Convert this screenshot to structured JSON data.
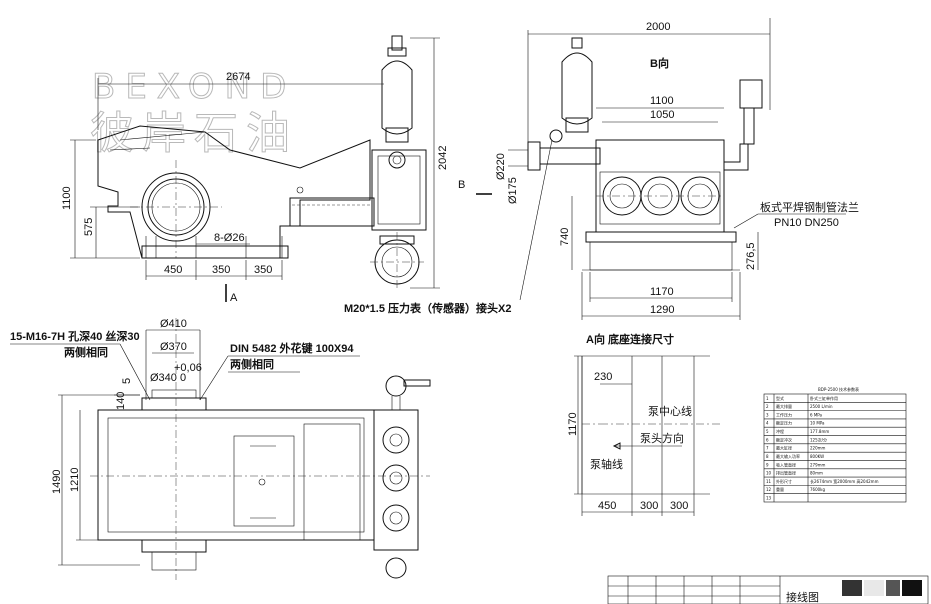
{
  "watermark": {
    "latin": "BEXOND",
    "chinese": "彼岸石油"
  },
  "side_view": {
    "dims": {
      "top_length": "2674",
      "height_total": "2042",
      "height_left": "1100",
      "height_low": "575",
      "bolt_holes": "8-Ø26",
      "spacing_1": "450",
      "spacing_2": "350",
      "spacing_3": "350"
    },
    "view_marker_a": "A",
    "view_marker_b": "B"
  },
  "front_view": {
    "title": "B向",
    "dims": {
      "overall_width": "2000",
      "width_1100": "1100",
      "width_1050": "1050",
      "dia_220": "Ø220",
      "dia_175": "Ø175",
      "height_740": "740",
      "height_2765": "276,5",
      "base_1170": "1170",
      "base_1290": "1290"
    },
    "flange_note": "板式平焊钢制管法兰",
    "flange_spec": "PN10  DN250",
    "gauge_note": "M20*1.5 压力表（传感器）接头X2"
  },
  "plan_view": {
    "thread_note": "15-M16-7H 孔深40 丝深30",
    "thread_note_2": "两侧相同",
    "dia_410": "Ø410",
    "dia_370": "Ø370",
    "dia_340": "Ø340  0",
    "tol": "+0,06",
    "spline_note": "DIN 5482 外花键 100X94",
    "spline_note_2": "两侧相同",
    "dims": {
      "d140": "140",
      "d5": "5",
      "h1490": "1490",
      "h1210": "1210"
    }
  },
  "base_view": {
    "title": "A向 底座连接尺寸",
    "dims": {
      "h1170": "1170",
      "d230": "230",
      "d450": "450",
      "d300a": "300",
      "d300b": "300"
    },
    "label_center": "泵中心线",
    "label_direction": "泵头方向",
    "label_axis": "泵轴线"
  },
  "spec_table": {
    "title": "BDP-2500 技术参数表",
    "row_numbers": [
      "1",
      "2",
      "3",
      "4",
      "5",
      "6",
      "7",
      "8",
      "9",
      "10",
      "11",
      "12",
      "13"
    ],
    "rows": [
      [
        "型式",
        "卧式三缸单作用"
      ],
      [
        "最大排量",
        "2500 L/min"
      ],
      [
        "工作压力",
        "6 MPa"
      ],
      [
        "额定压力",
        "10 MPa"
      ],
      [
        "冲程",
        "177.8mm"
      ],
      [
        "额定冲次",
        "125次/分"
      ],
      [
        "最大缸径",
        "220mm"
      ],
      [
        "最大输入功率",
        "800KW"
      ],
      [
        "吸入管直径",
        "279mm"
      ],
      [
        "排出管直径",
        "80mm"
      ],
      [
        "外形尺寸",
        "长2674mm 宽2000mm 高2042mm"
      ],
      [
        "重量",
        "7600kg"
      ],
      [
        "",
        ""
      ]
    ]
  },
  "title_block": {
    "name_cell": "接线图"
  },
  "colors": {
    "line": "#111111",
    "watermark": "#b9b9b9",
    "paper": "#ffffff"
  }
}
